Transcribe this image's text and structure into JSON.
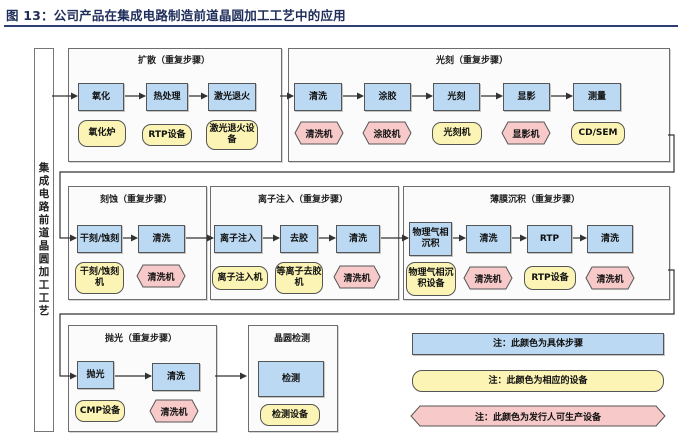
{
  "title": "图 13：公司产品在集成电路制造前道晶圆加工工艺中的应用",
  "side_label": [
    "集",
    "成",
    "电",
    "路",
    "前",
    "道",
    "晶",
    "圆",
    "加",
    "工",
    "工",
    "艺"
  ],
  "stages": {
    "diffusion": {
      "title": "扩散（重复步骤）",
      "steps": [
        "氧化",
        "热处理",
        "激光退火"
      ],
      "equipment": [
        "氧化炉",
        "RTP设备",
        "激光退火设备"
      ]
    },
    "lithography": {
      "title": "光刻（重复步骤）",
      "steps": [
        "清洗",
        "涂胶",
        "光刻",
        "显影",
        "测量"
      ],
      "equipment": [
        "清洗机",
        "涂胶机",
        "光刻机",
        "显影机",
        "CD/SEM"
      ]
    },
    "etch": {
      "title": "刻蚀（重复步骤）",
      "steps": [
        "干刻/蚀刻",
        "清洗"
      ],
      "equipment": [
        "干刻/蚀刻机",
        "清洗机"
      ]
    },
    "implant": {
      "title": "离子注入（重复步骤）",
      "steps": [
        "离子注入",
        "去胶",
        "清洗"
      ],
      "equipment": [
        "离子注入机",
        "等离子去胶机",
        "清洗机"
      ]
    },
    "thinfilm": {
      "title": "薄膜沉积（重复步骤）",
      "steps": [
        "物理气相沉积",
        "清洗",
        "RTP",
        "清洗"
      ],
      "equipment": [
        "物理气相沉积设备",
        "清洗机",
        "RTP设备",
        "清洗机"
      ]
    },
    "polish": {
      "title": "抛光（重复步骤）",
      "steps": [
        "抛光",
        "清洗"
      ],
      "equipment": [
        "CMP设备",
        "清洗机"
      ]
    },
    "inspection": {
      "title": "晶圆检测",
      "steps": [
        "检测"
      ],
      "equipment": [
        "检测设备"
      ]
    }
  },
  "legend": {
    "blue": "注：此颜色为具体步骤",
    "yellow": "注：此颜色为相应的设备",
    "pink": "注：此颜色为发行人可生产设备"
  },
  "colors": {
    "step": "#bcd9f3",
    "equipment": "#fbf4b4",
    "company_equipment": "#f7c9c9",
    "title": "#1f2d5a"
  }
}
